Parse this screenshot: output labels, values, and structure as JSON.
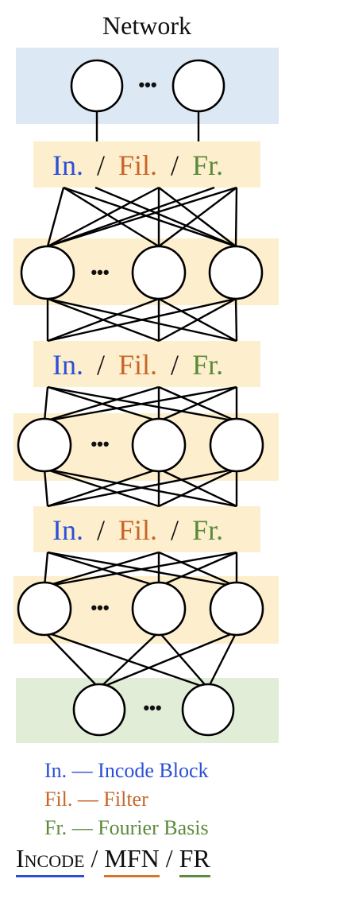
{
  "title": "Network",
  "ellipsis": "•••",
  "block_label": {
    "in": "In.",
    "sep": "/",
    "fil": "Fil.",
    "fr": "Fr."
  },
  "colors": {
    "incode": "#2b4fd6",
    "filter": "#c8662a",
    "fourier": "#5a8a3a",
    "top_band": "#dce8f4",
    "bottom_band": "#e2edd8",
    "mid_band": "#fdefcd"
  },
  "legend": [
    {
      "abbr": "In.",
      "dash": "—",
      "text": "Incode Block"
    },
    {
      "abbr": "Fil.",
      "dash": "—",
      "text": "Filter"
    },
    {
      "abbr": "Fr.",
      "dash": "—",
      "text": "Fourier Basis"
    }
  ],
  "footer": {
    "incode": "Incode",
    "mfn": "MFN",
    "fr": "FR",
    "sep": "/"
  }
}
